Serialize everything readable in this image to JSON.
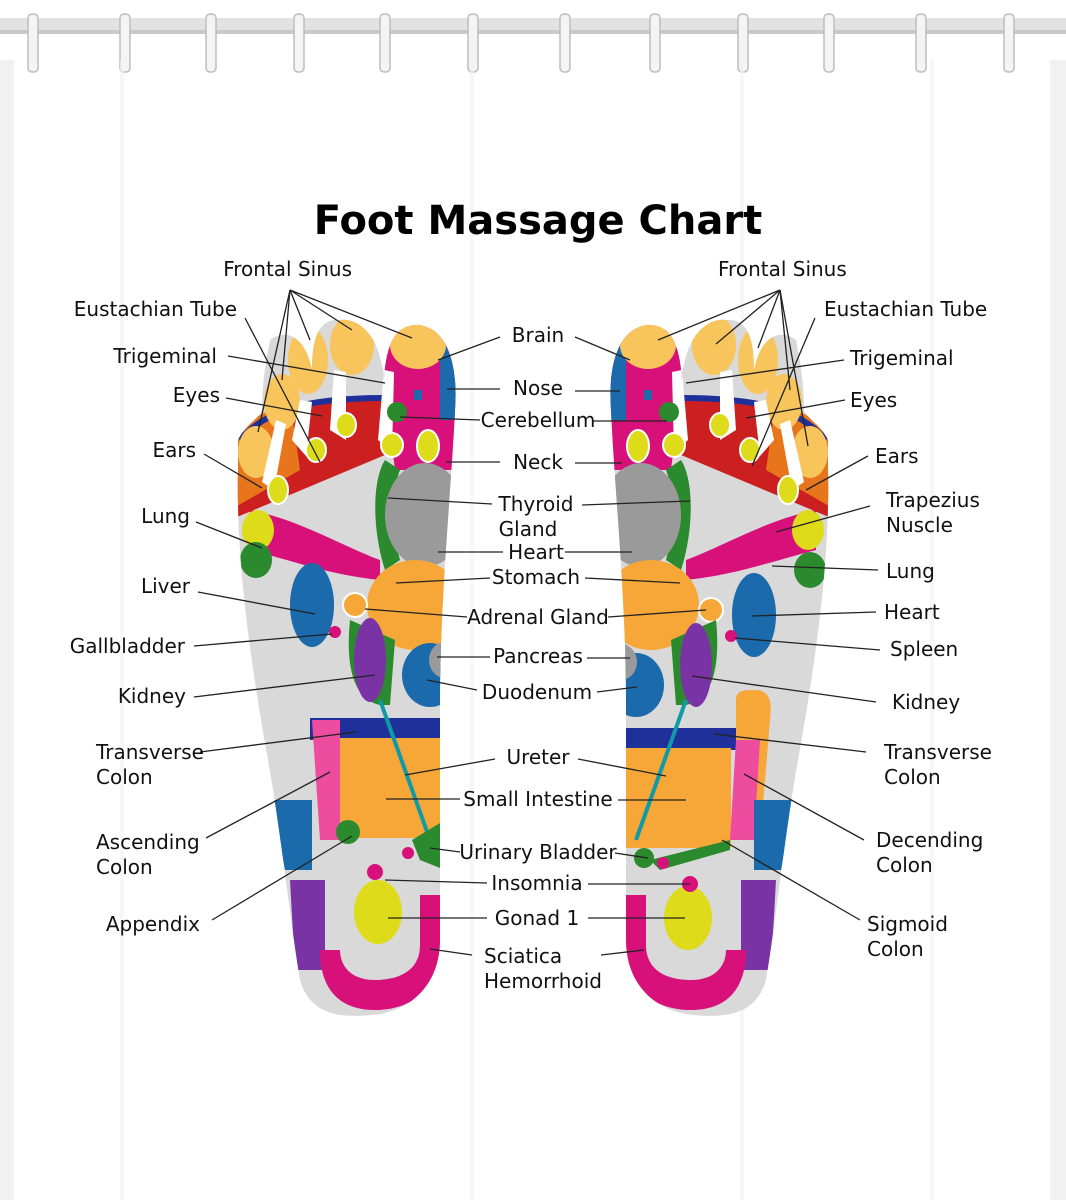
{
  "title": "Foot Massage Chart",
  "colors": {
    "background": "#ffffff",
    "curtain_shadow": "#ececec",
    "foot_base": "#d9d9d9",
    "toe": "#f8c45c",
    "magenta": "#d8107a",
    "red": "#cc1f1f",
    "orange": "#e7751c",
    "blue": "#1a6aac",
    "navy": "#20309a",
    "purple": "#7a33a5",
    "green": "#2b8a2e",
    "gray": "#9a9a9a",
    "teal": "#0e9aa7",
    "yellow": "#dedc1a",
    "pink": "#ee4c9e",
    "light_orange": "#f7a738"
  },
  "labels": {
    "left": {
      "frontal_sinus": "Frontal Sinus",
      "eustachian_tube": "Eustachian Tube",
      "trigeminal": "Trigeminal",
      "eyes": "Eyes",
      "ears": "Ears",
      "lung": "Lung",
      "liver": "Liver",
      "gallbladder": "Gallbladder",
      "kidney": "Kidney",
      "transverse_colon_1": "Transverse",
      "transverse_colon_2": "Colon",
      "ascending_colon_1": "Ascending",
      "ascending_colon_2": "Colon",
      "appendix": "Appendix"
    },
    "center": {
      "brain": "Brain",
      "nose": "Nose",
      "cerebellum": "Cerebellum",
      "neck": "Neck",
      "thyroid_1": "Thyroid",
      "thyroid_2": "Gland",
      "heart": "Heart",
      "stomach": "Stomach",
      "adrenal_gland": "Adrenal Gland",
      "pancreas": "Pancreas",
      "duodenum": "Duodenum",
      "ureter": "Ureter",
      "small_intestine": "Small Intestine",
      "urinary_bladder": "Urinary Bladder",
      "insomnia": "Insomnia",
      "gonad": "Gonad 1",
      "sciatica": "Sciatica",
      "hemorrhoid": "Hemorrhoid"
    },
    "right": {
      "frontal_sinus": "Frontal Sinus",
      "eustachian_tube": "Eustachian Tube",
      "trigeminal": "Trigeminal",
      "eyes": "Eyes",
      "ears": "Ears",
      "trapezius_1": "Trapezius",
      "trapezius_2": "Nuscle",
      "lung": "Lung",
      "heart": "Heart",
      "spleen": "Spleen",
      "kidney": "Kidney",
      "transverse_colon_1": "Transverse",
      "transverse_colon_2": "Colon",
      "decending_colon_1": "Decending",
      "decending_colon_2": "Colon",
      "sigmoid_colon_1": "Sigmoid",
      "sigmoid_colon_2": "Colon"
    }
  }
}
